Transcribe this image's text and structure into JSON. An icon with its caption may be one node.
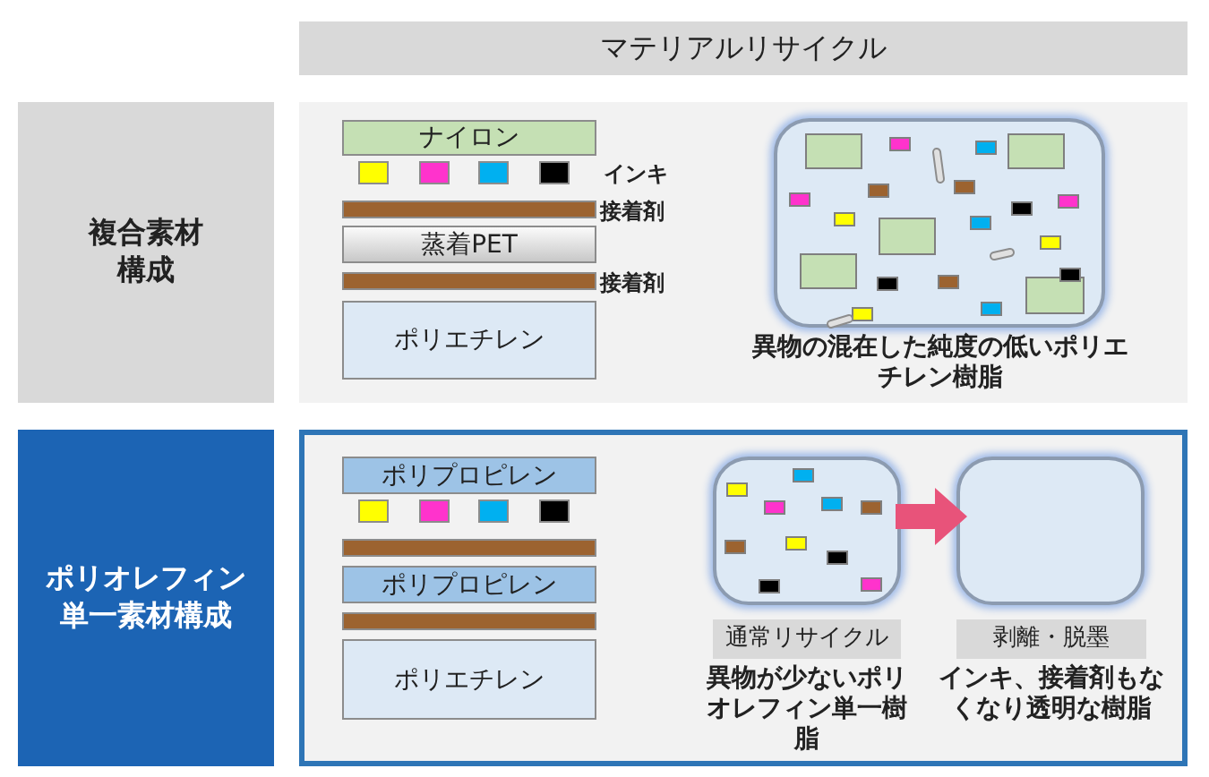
{
  "diagram": {
    "nodes": [
      {
        "text": [
          "マテリアルリサイクル"
        ]
      },
      {
        "text": [
          "複合素材構成"
        ]
      },
      {
        "text": [
          "ナイロン"
        ]
      },
      {
        "text": [
          "蒸着PET"
        ]
      },
      {
        "text": [
          "ポリエチレン"
        ]
      },
      {
        "text": [],
        "shape": "box",
        "beside": [
          "異物の混在した純度の低いポリエチレン樹脂"
        ]
      },
      {
        "text": [
          "ポリオレフィン単一素材構成"
        ]
      },
      {
        "text": [
          "ポリプロピレン"
        ]
      },
      {
        "text": [
          "ポリプロピレン"
        ]
      },
      {
        "text": [
          "ポリエチレン"
        ]
      },
      {
        "text": [],
        "shape": "box",
        "beside": [
          "通常リサイクル",
          "異物が少ないポリオレフィン単一樹脂"
        ]
      },
      {
        "text": [],
        "shape": "box",
        "beside": [
          "剥離・脱墨",
          "インキ、接着剤もなくなり透明な樹脂"
        ]
      }
    ],
    "edges": [
      {
        "from": 10,
        "to": 11,
        "arrow": "to",
        "color": "#e8537a"
      }
    ],
    "labels": [
      "インキ",
      "接着剤",
      "接着剤"
    ]
  }
}
